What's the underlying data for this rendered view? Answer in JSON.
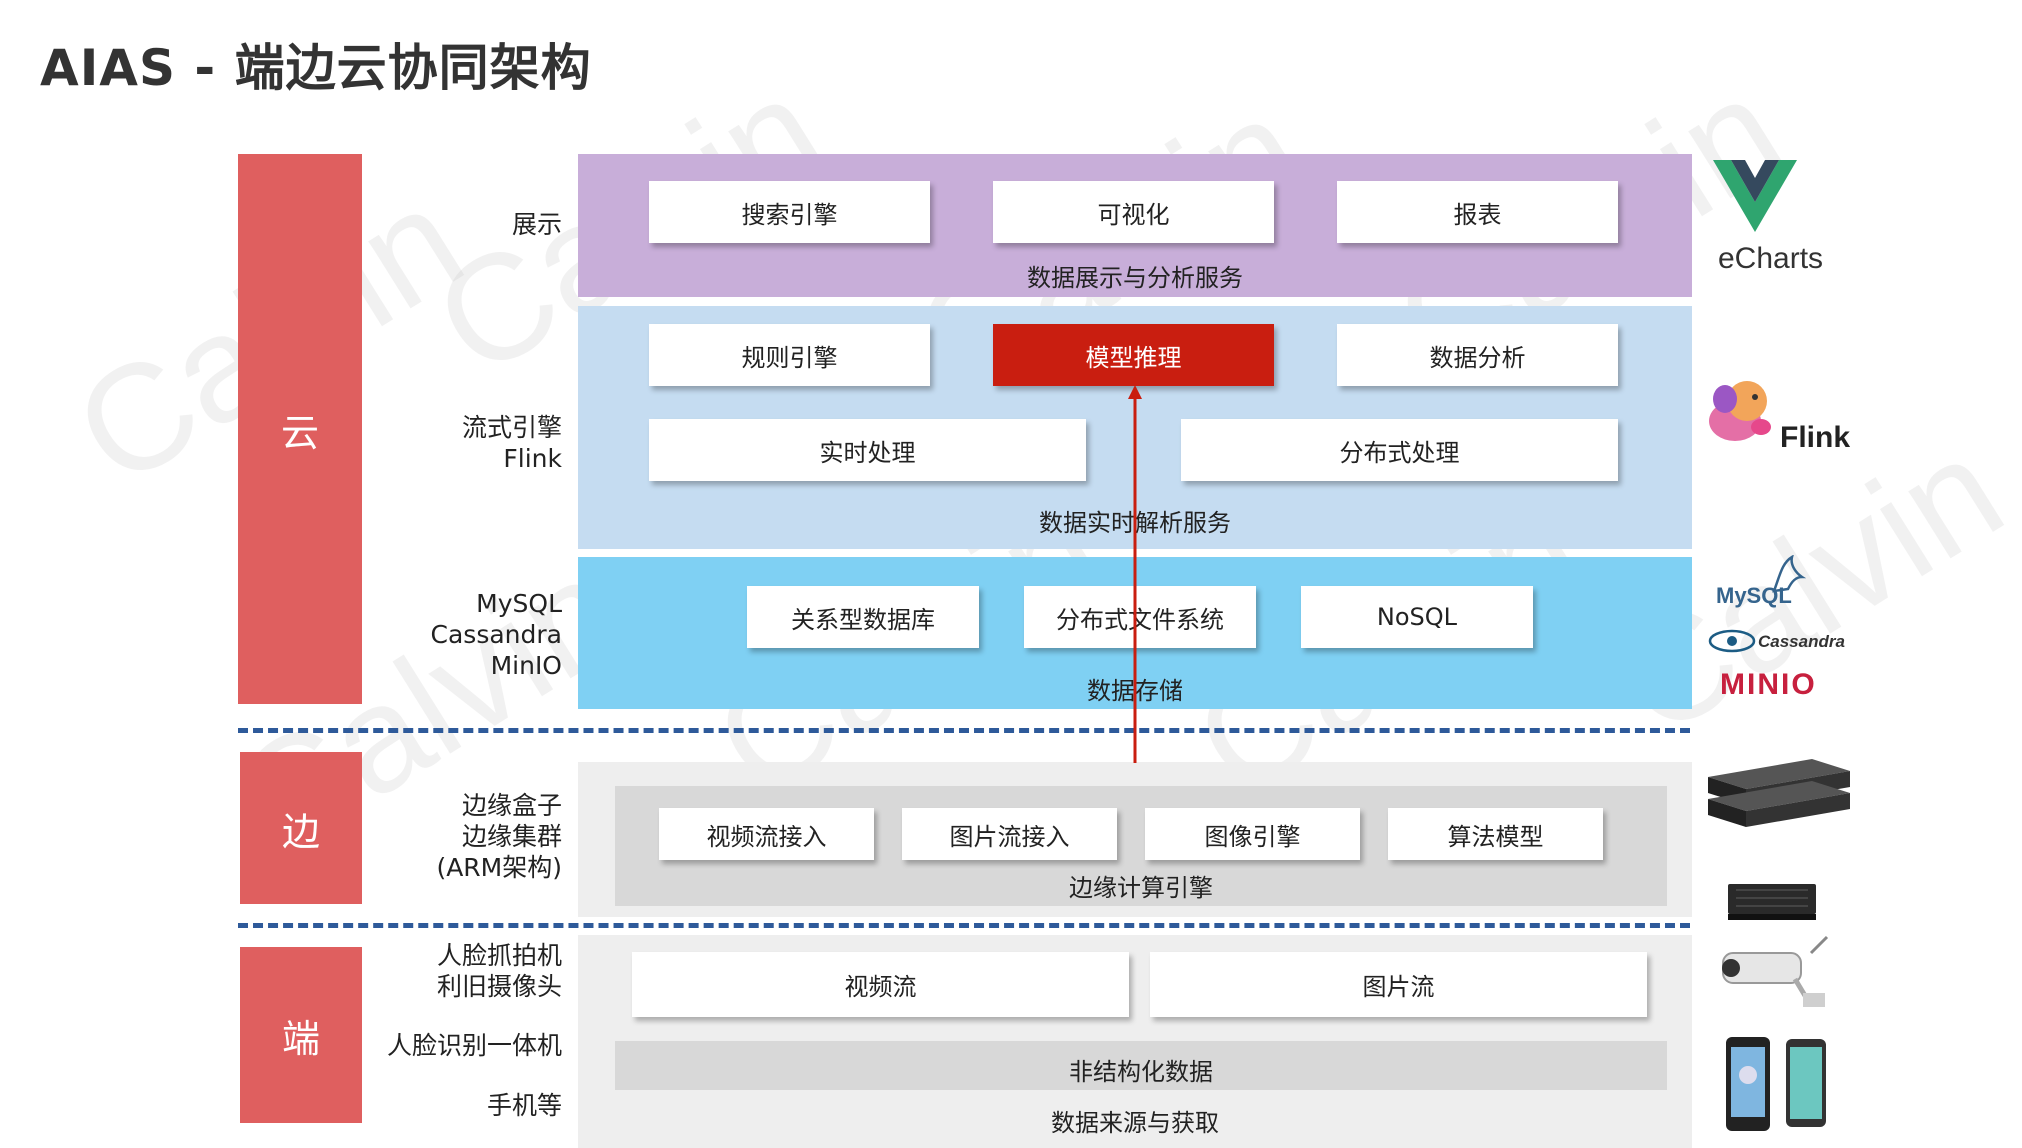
{
  "title": "AIAS - 端边云协同架构",
  "tiers": {
    "cloud": "云",
    "edge": "边",
    "end": "端"
  },
  "side_labels": {
    "display": "展示",
    "stream": [
      "流式引擎",
      "Flink"
    ],
    "storage": [
      "MySQL",
      "Cassandra",
      "MinIO"
    ],
    "edge": [
      "边缘盒子",
      "边缘集群",
      "(ARM架构)"
    ],
    "end_a": [
      "人脸抓拍机",
      "利旧摄像头"
    ],
    "end_b": "人脸识别一体机",
    "end_c": "手机等"
  },
  "display_layer": {
    "boxes": [
      "搜索引擎",
      "可视化",
      "报表"
    ],
    "caption": "数据展示与分析服务",
    "color": "#c8aed9"
  },
  "stream_layer": {
    "row1": [
      "规则引擎",
      "模型推理",
      "数据分析"
    ],
    "row2": [
      "实时处理",
      "分布式处理"
    ],
    "highlight": "模型推理",
    "caption": "数据实时解析服务",
    "color": "#c5dcf1"
  },
  "storage_layer": {
    "boxes": [
      "关系型数据库",
      "分布式文件系统",
      "NoSQL"
    ],
    "caption": "数据存储",
    "color": "#7fd0f3"
  },
  "edge_layer": {
    "boxes": [
      "视频流接入",
      "图片流接入",
      "图像引擎",
      "算法模型"
    ],
    "caption": "边缘计算引擎"
  },
  "end_layer": {
    "boxes": [
      "视频流",
      "图片流"
    ],
    "inner_caption": "非结构化数据",
    "caption": "数据来源与获取"
  },
  "logos": {
    "echarts": "eCharts",
    "flink": "Flink",
    "mysql": "MySQL",
    "cassandra": "Cassandra",
    "minio": "MINIO"
  },
  "watermark": "Calvin",
  "colors": {
    "tier": "#df5f5f",
    "highlight": "#c91e10",
    "dash": "#2e5a9a",
    "arrow": "#c91e10"
  }
}
